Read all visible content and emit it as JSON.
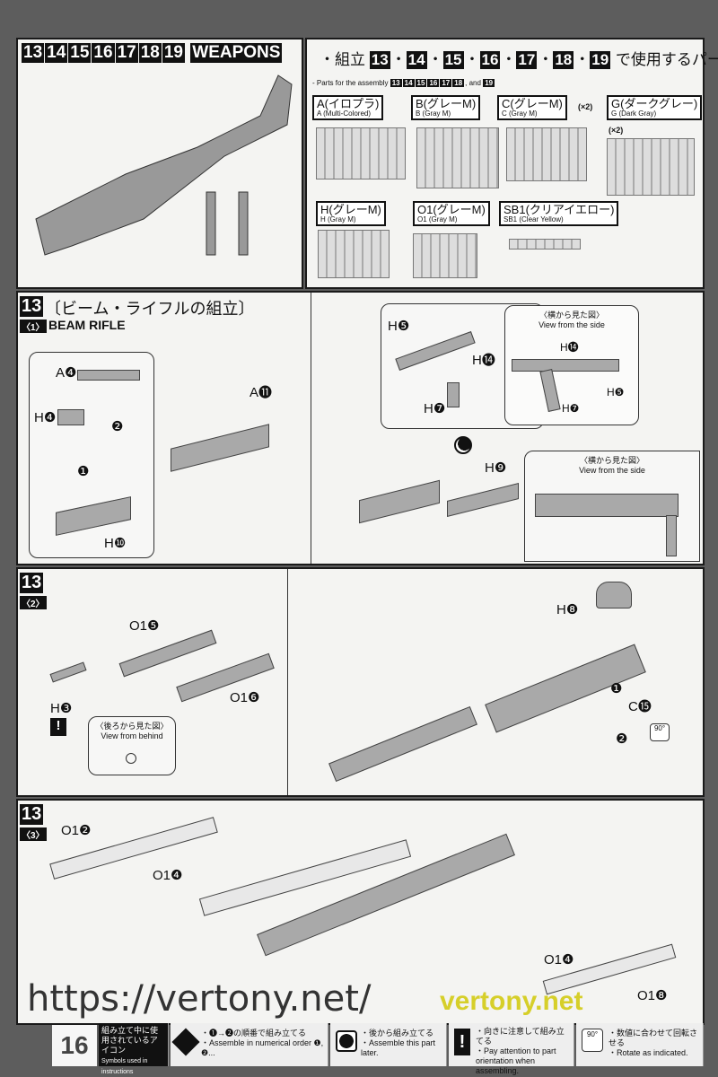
{
  "header": {
    "step_numbers": [
      "13",
      "14",
      "15",
      "16",
      "17",
      "18",
      "19"
    ],
    "title": "WEAPONS"
  },
  "parts_panel": {
    "title_jp": "・組立",
    "title_nums": [
      "13",
      "14",
      "15",
      "16",
      "17",
      "18",
      "19"
    ],
    "title_suffix_jp": "で使用するパーツ",
    "subtitle": "- Parts for the assembly",
    "subtitle_nums": [
      "13",
      "14",
      "15",
      "16",
      "17",
      "18"
    ],
    "subtitle_and": ", and",
    "subtitle_last": "19",
    "runners": [
      {
        "name": "A(イロプラ)",
        "en": "A (Multi-Colored)",
        "count": ""
      },
      {
        "name": "B(グレーM)",
        "en": "B (Gray M)",
        "count": ""
      },
      {
        "name": "C(グレーM)",
        "en": "C (Gray M)",
        "count": "(×2)"
      },
      {
        "name": "G(ダークグレー)",
        "en": "G (Dark Gray)",
        "count": "(×2)"
      },
      {
        "name": "H(グレーM)",
        "en": "H (Gray M)",
        "count": ""
      },
      {
        "name": "O1(グレーM)",
        "en": "O1 (Gray M)",
        "count": ""
      },
      {
        "name": "SB1(クリアイエロー)",
        "en": "SB1 (Clear Yellow)",
        "count": ""
      }
    ]
  },
  "step1": {
    "num": "13",
    "sub": "〈1〉",
    "title_jp": "〔ビーム・ライフルの組立〕",
    "title_en": "BEAM RIFLE",
    "labels": {
      "a4": "A❹",
      "h4": "H❹",
      "h10": "H❿",
      "a11": "A⓫",
      "h5": "H❺",
      "h14": "H⓮",
      "h7": "H❼",
      "h9": "H❾",
      "s1": "❶",
      "s2": "❷",
      "side_h14": "H⓮",
      "side_h5": "H❺",
      "side_h7": "H❼"
    },
    "side_view_jp": "〈横から見た図〉",
    "side_view_en": "View from the side"
  },
  "step2": {
    "num": "13",
    "sub": "〈2〉",
    "labels": {
      "o15": "O1❺",
      "o16": "O1❻",
      "h3": "H❸",
      "h8": "H❽",
      "c15": "C⓯",
      "s1": "❶",
      "s2": "❷",
      "rot": "90°"
    },
    "behind_jp": "〈後ろから見た図〉",
    "behind_en": "View from behind"
  },
  "step3": {
    "num": "13",
    "sub": "〈3〉",
    "labels": {
      "o12": "O1❷",
      "o14": "O1❹",
      "o14b": "O1❹",
      "o18": "O1❽"
    }
  },
  "footer": {
    "page": "16",
    "legend_title_jp": "組み立て中に使用されているアイコン",
    "legend_title_en": "Symbols used in instructions",
    "icons": [
      {
        "jp": "・❶→❷の順番で組み立てる",
        "en": "・Assemble in numerical order ❶, ❷..."
      },
      {
        "jp": "・後から組み立てる",
        "en": "・Assemble this part later."
      },
      {
        "jp": "・向きに注意して組み立てる",
        "en": "・Pay attention to part orientation when assembling."
      },
      {
        "jp": "・数値に合わせて回転させる",
        "en": "・Rotate as indicated.",
        "badge": "90°"
      }
    ]
  },
  "watermarks": {
    "diagonal": "https://vertony.net/",
    "corner": "vertony.net"
  }
}
